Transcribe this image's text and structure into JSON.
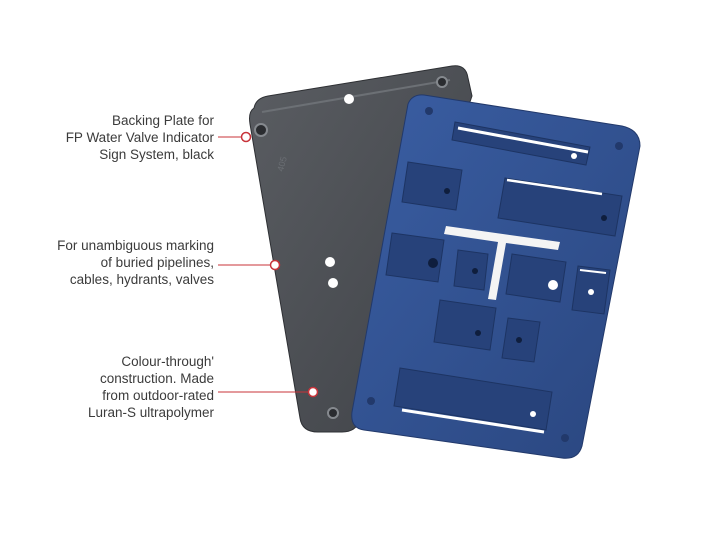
{
  "callouts": [
    {
      "lines": [
        "Backing Plate for",
        "FP Water Valve Indicator",
        "Sign System, black"
      ]
    },
    {
      "lines": [
        "For unambiguous marking",
        "of buried pipelines,",
        "cables, hydrants, valves"
      ]
    },
    {
      "lines": [
        "Colour-through'",
        "construction. Made",
        "from outdoor-rated",
        "Luran-S ultrapolymer"
      ]
    }
  ],
  "colors": {
    "text": "#3b3b3b",
    "marker": "#c8333a",
    "leader": "#c8333a",
    "backing_plate": "#4a4d52",
    "blue_plate": "#2f4d8e"
  },
  "icons": [
    "backing-plate-image",
    "blue-sign-plate-image",
    "callout-marker-icon"
  ]
}
